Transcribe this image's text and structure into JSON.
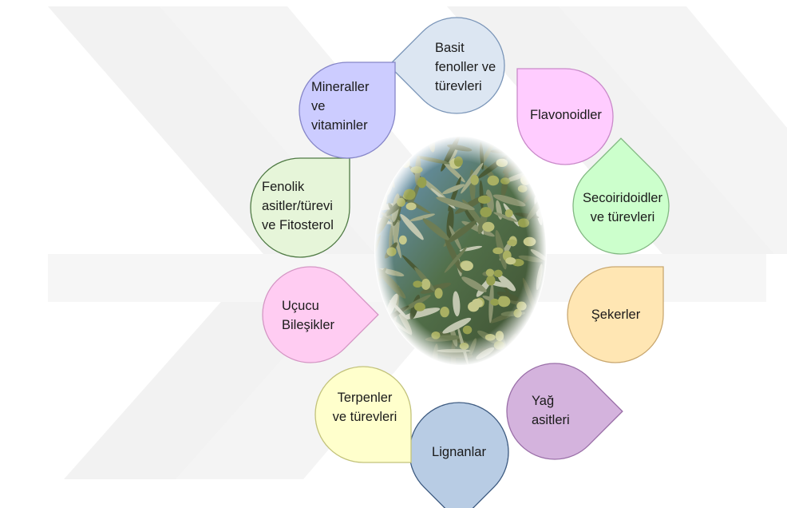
{
  "center": {
    "image_name": "olive-branch-photo"
  },
  "petals": [
    {
      "id": "basit-fenoller",
      "label": "Basit\nfenoller ve\ntürevleri",
      "fill": "#dce6f2",
      "stroke": "#7a95b8"
    },
    {
      "id": "flavonoidler",
      "label": "Flavonoidler",
      "fill": "#ffccff",
      "stroke": "#c98ac9"
    },
    {
      "id": "secoiridoidler",
      "label": "Secoiridoidler\nve türevleri",
      "fill": "#ccffcc",
      "stroke": "#82b882"
    },
    {
      "id": "sekerler",
      "label": "Şekerler",
      "fill": "#ffe6b3",
      "stroke": "#c9a870"
    },
    {
      "id": "yag-asitleri",
      "label": "Yağ\nasitleri",
      "fill": "#d4b3dd",
      "stroke": "#9a6fa8"
    },
    {
      "id": "lignanlar",
      "label": "Lignanlar",
      "fill": "#b8cce4",
      "stroke": "#3d5a80"
    },
    {
      "id": "terpenler",
      "label": "Terpenler\nve türevleri",
      "fill": "#ffffcc",
      "stroke": "#c2c27a"
    },
    {
      "id": "ucucu-bilesikler",
      "label": "Uçucu\nBileşikler",
      "fill": "#ffccf2",
      "stroke": "#d496c4"
    },
    {
      "id": "fenolik-asitler",
      "label": "Fenolik\nasitler/türevi\nve Fitosterol",
      "fill": "#e6f5d9",
      "stroke": "#4f7a44"
    },
    {
      "id": "mineraller",
      "label": "Mineraller\nve\nvitaminler",
      "fill": "#ccccff",
      "stroke": "#8686c8"
    }
  ]
}
